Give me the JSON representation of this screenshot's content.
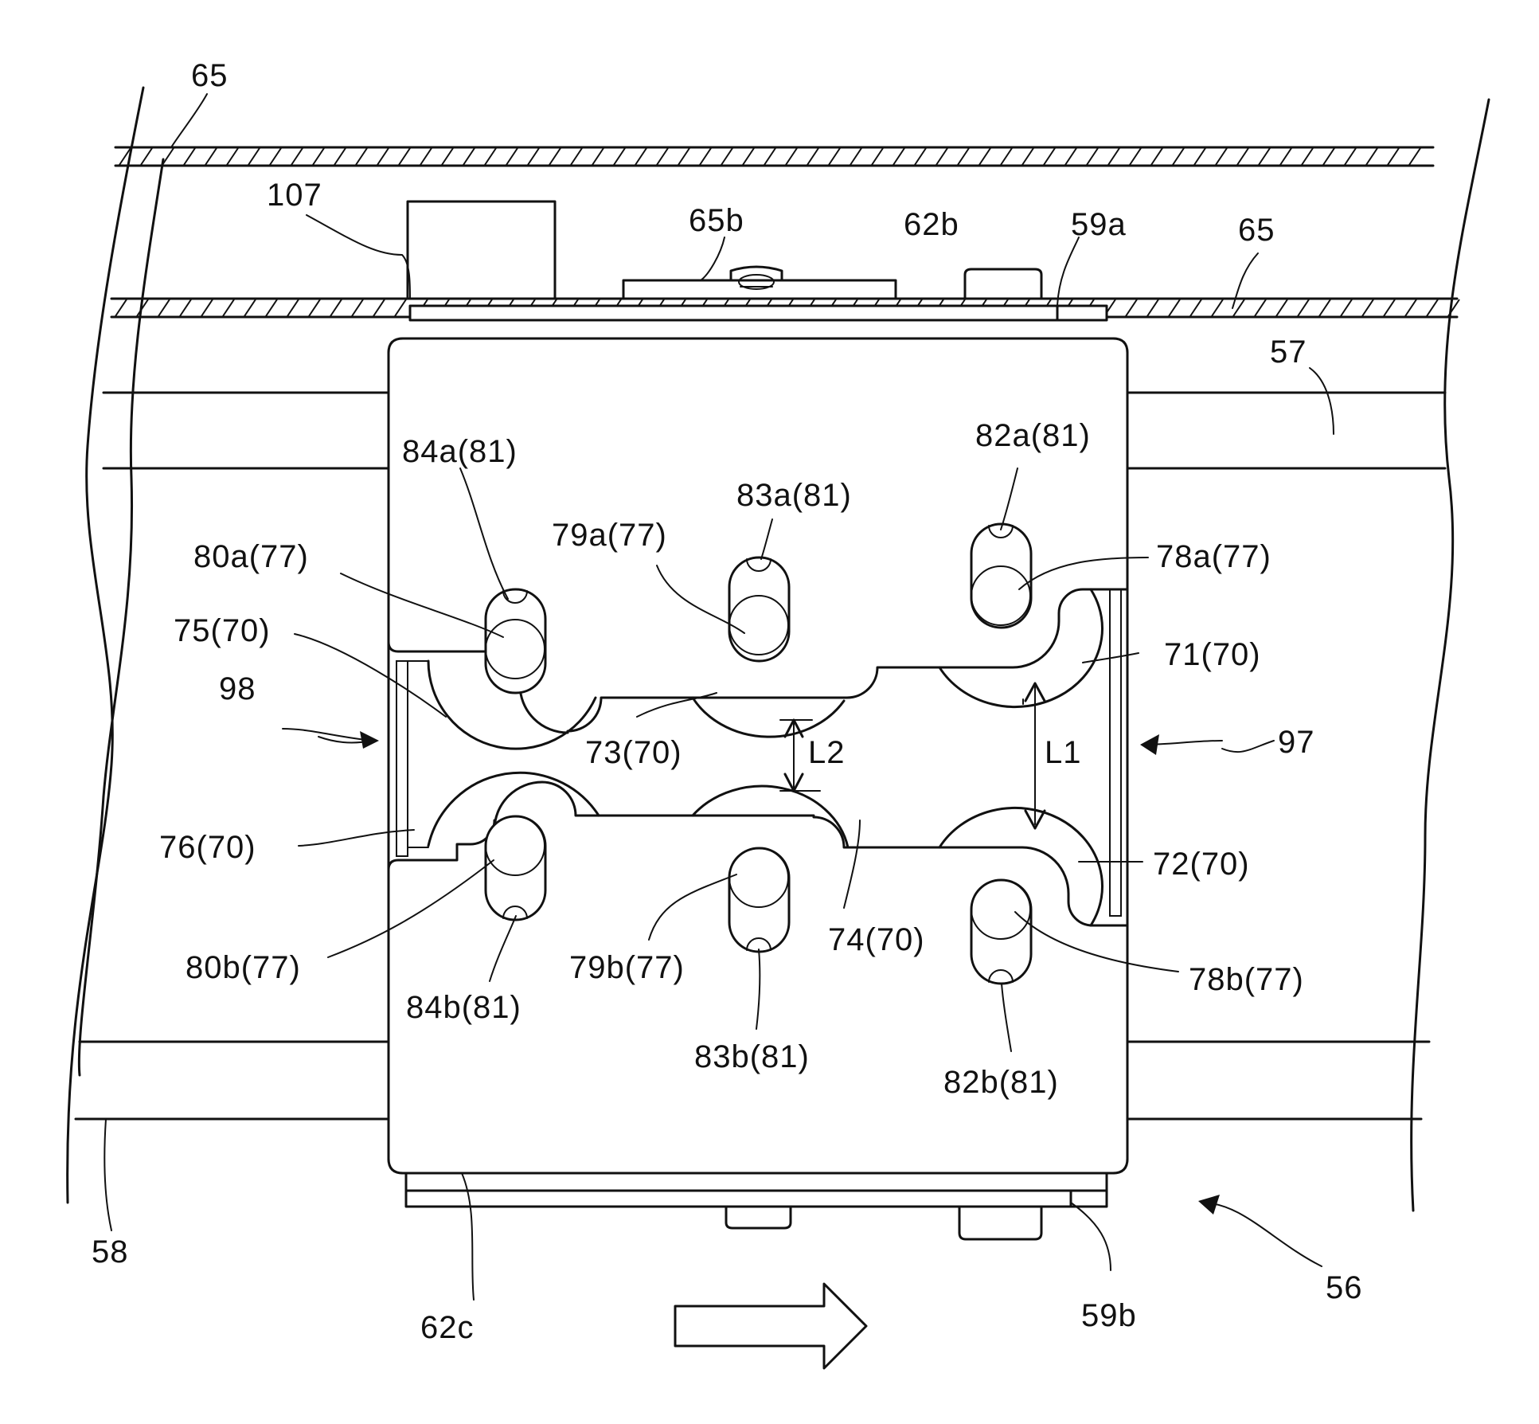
{
  "labels": {
    "l65_top": "65",
    "l107": "107",
    "l65b": "65b",
    "l62b": "62b",
    "l59a": "59a",
    "l65_right": "65",
    "l57": "57",
    "l84a": "84a(81)",
    "l82a": "82a(81)",
    "l83a": "83a(81)",
    "l79a": "79a(77)",
    "l80a": "80a(77)",
    "l78a": "78a(77)",
    "l75": "75(70)",
    "l71": "71(70)",
    "l98": "98",
    "l73": "73(70)",
    "lL2": "L2",
    "lL1": "L1",
    "l97": "97",
    "l76": "76(70)",
    "l72": "72(70)",
    "l74": "74(70)",
    "l80b": "80b(77)",
    "l79b": "79b(77)",
    "l78b": "78b(77)",
    "l84b": "84b(81)",
    "l83b": "83b(81)",
    "l82b": "82b(81)",
    "l58": "58",
    "l62c": "62c",
    "l59b": "59b",
    "l56": "56"
  }
}
